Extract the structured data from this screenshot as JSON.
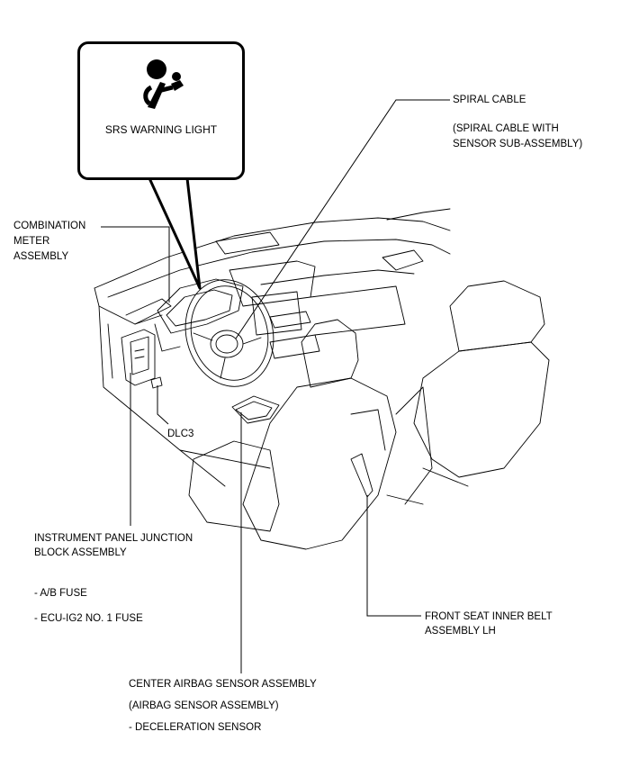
{
  "callout": {
    "icon": "airbag-warning-icon",
    "title": "SRS WARNING LIGHT"
  },
  "labels": {
    "spiral_cable": "SPIRAL CABLE",
    "spiral_cable_sub": "(SPIRAL CABLE WITH",
    "spiral_cable_sub2": "SENSOR SUB-ASSEMBLY)",
    "combination_meter_1": "COMBINATION",
    "combination_meter_2": "METER",
    "combination_meter_3": "ASSEMBLY",
    "dlc3": "DLC3",
    "junction_block_1": "INSTRUMENT PANEL JUNCTION",
    "junction_block_2": "BLOCK ASSEMBLY",
    "fuse_ab": "- A/B FUSE",
    "fuse_ecu": "- ECU-IG2 NO. 1 FUSE",
    "seat_belt_1": "FRONT SEAT INNER BELT",
    "seat_belt_2": "ASSEMBLY LH",
    "center_airbag_1": "CENTER AIRBAG SENSOR ASSEMBLY",
    "center_airbag_2": "(AIRBAG SENSOR ASSEMBLY)",
    "center_airbag_3": "- DECELERATION SENSOR"
  }
}
